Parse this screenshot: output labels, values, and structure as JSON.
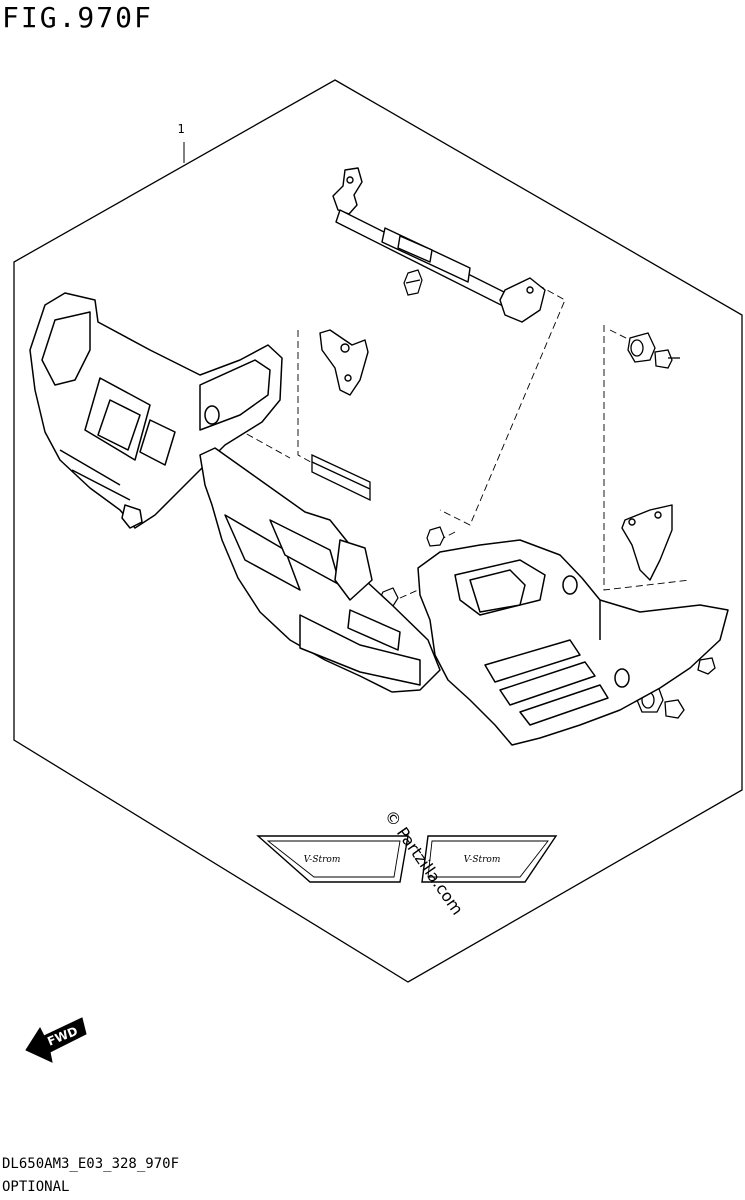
{
  "figure": {
    "title": "FIG.970F",
    "item_label": "1",
    "watermark": "© Partzilla.com",
    "emblem_text": "V-Strom",
    "fwd_label": "FWD"
  },
  "footer": {
    "code": "DL650AM3_E03_328_970F",
    "note": "OPTIONAL"
  }
}
